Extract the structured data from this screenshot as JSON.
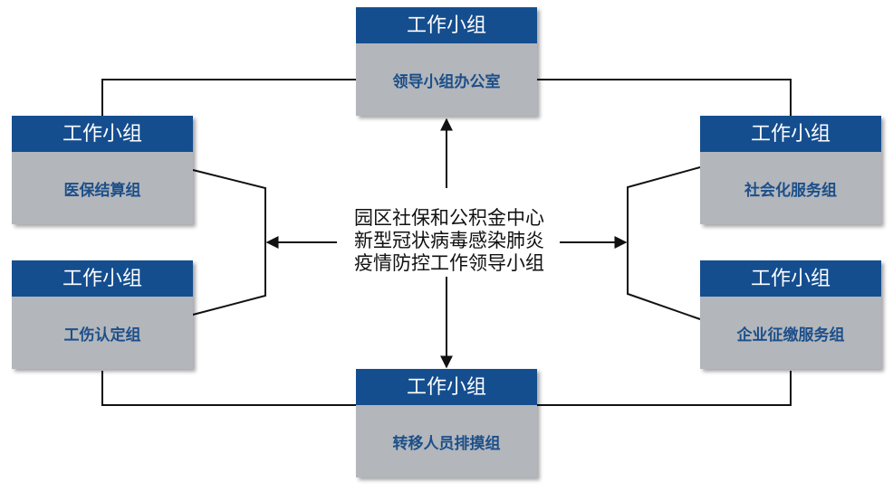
{
  "colors": {
    "header": "#154e8f",
    "body": "#b3b6bb",
    "body_text": "#1c4f8a",
    "line": "#111111"
  },
  "center": {
    "lines": [
      "园区社保和公积金中心",
      "新型冠状病毒感染肺炎",
      "疫情防控工作领导小组"
    ]
  },
  "boxes": {
    "top": {
      "header": "工作小组",
      "label": "领导小组办公室"
    },
    "left_upper": {
      "header": "工作小组",
      "label": "医保结算组"
    },
    "left_lower": {
      "header": "工作小组",
      "label": "工伤认定组"
    },
    "right_upper": {
      "header": "工作小组",
      "label": "社会化服务组"
    },
    "right_lower": {
      "header": "工作小组",
      "label": "企业征缴服务组"
    },
    "bottom": {
      "header": "工作小组",
      "label": "转移人员排摸组"
    }
  }
}
